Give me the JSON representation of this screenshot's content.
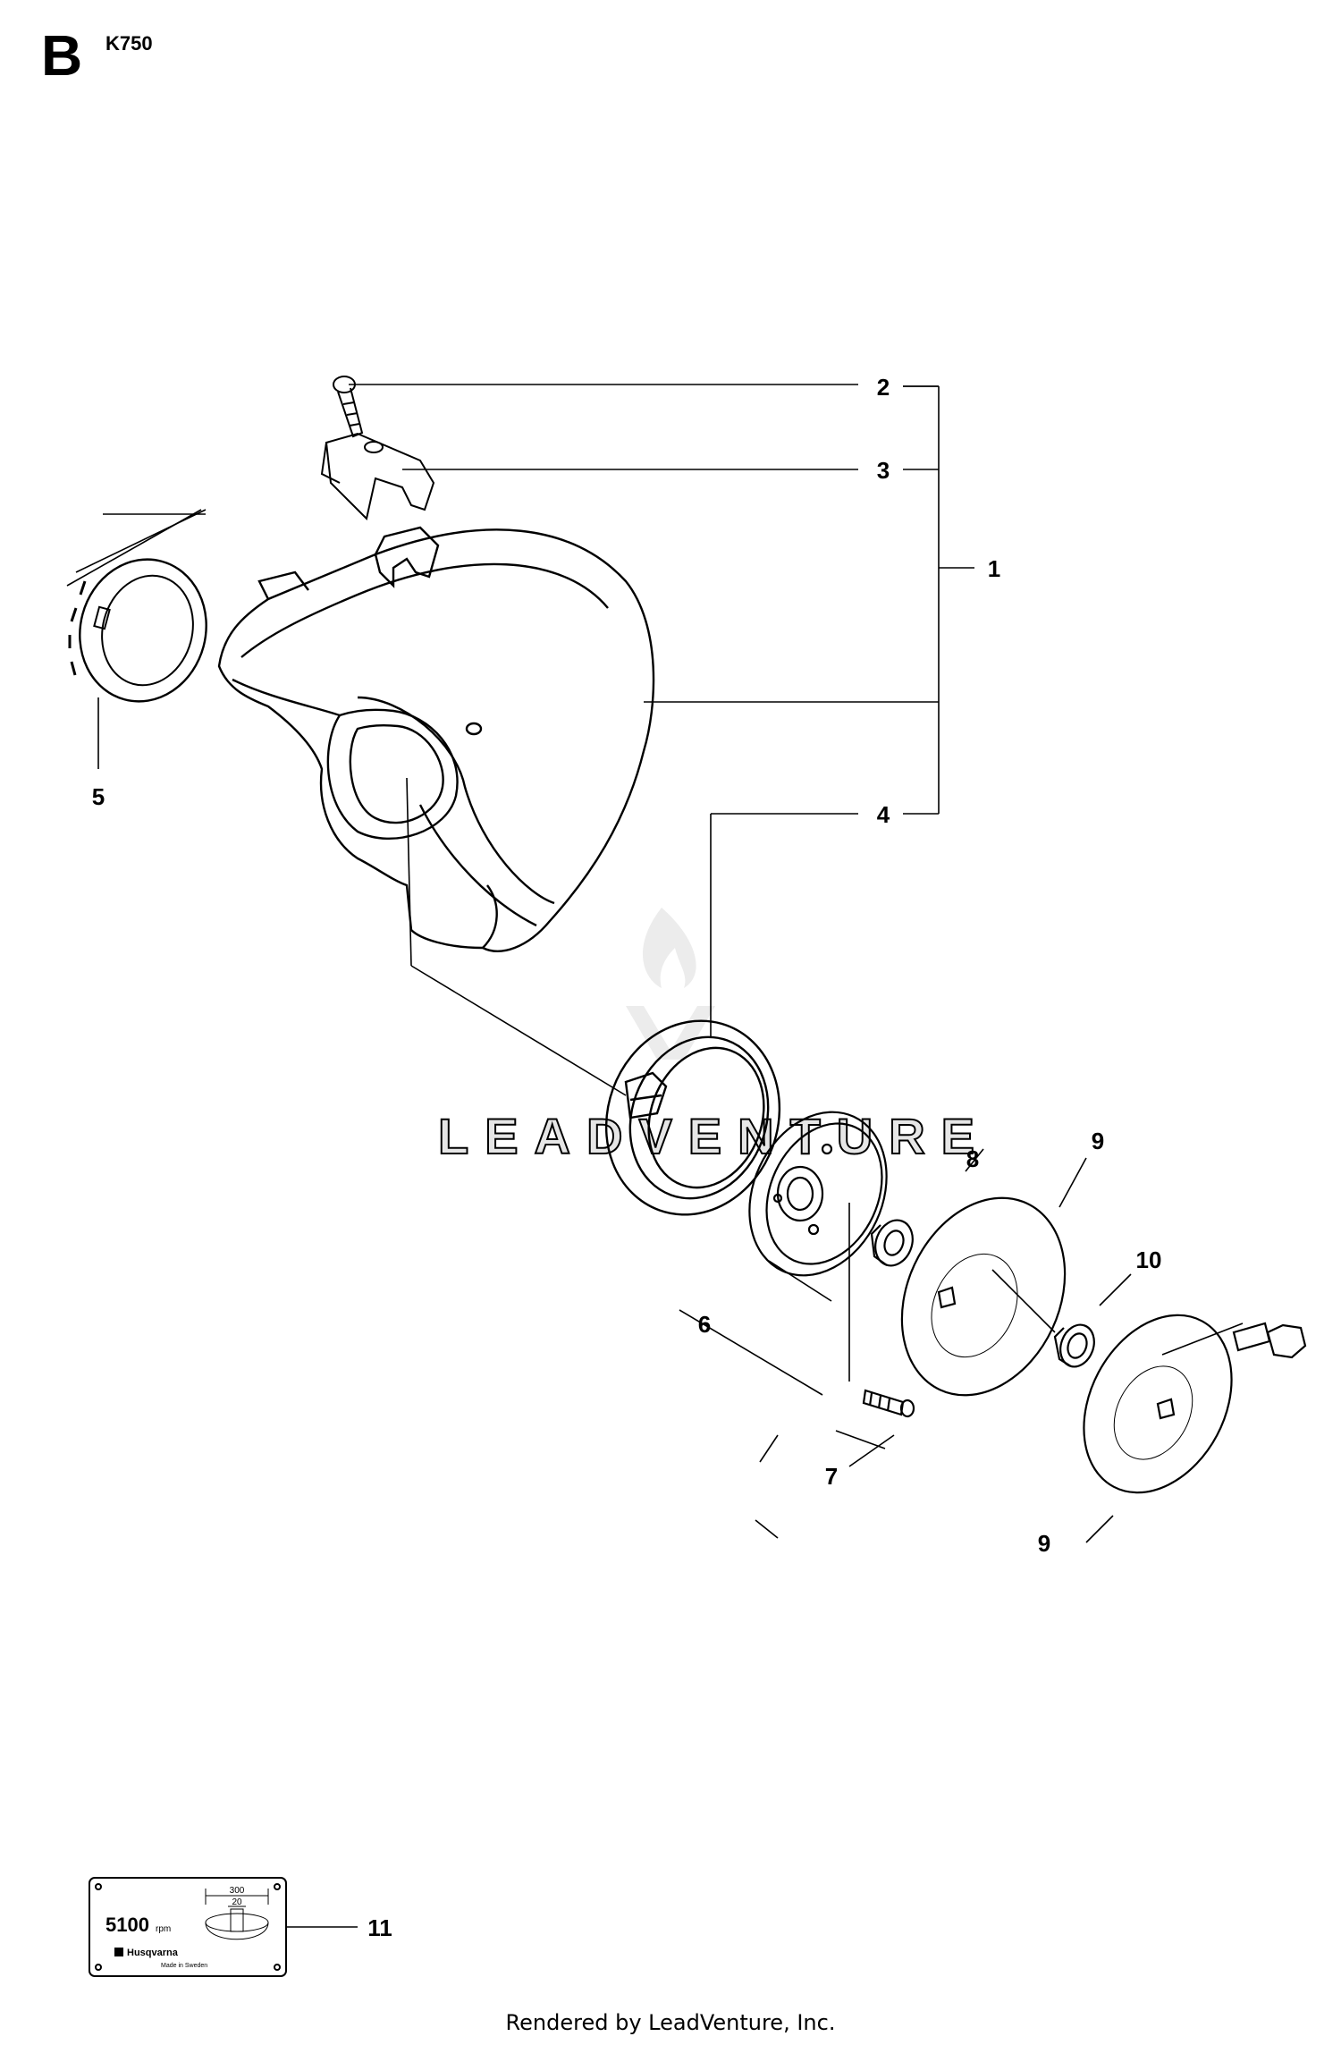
{
  "header": {
    "section_letter": "B",
    "model": "K750"
  },
  "watermark": {
    "text": "LEADVENTURE"
  },
  "callouts": [
    {
      "id": "c2",
      "label": "2"
    },
    {
      "id": "c3",
      "label": "3"
    },
    {
      "id": "c1",
      "label": "1"
    },
    {
      "id": "c5",
      "label": "5"
    },
    {
      "id": "c4",
      "label": "4"
    },
    {
      "id": "c8",
      "label": "8"
    },
    {
      "id": "c9a",
      "label": "9"
    },
    {
      "id": "c10",
      "label": "10"
    },
    {
      "id": "c6",
      "label": "6"
    },
    {
      "id": "c7",
      "label": "7"
    },
    {
      "id": "c9b",
      "label": "9"
    },
    {
      "id": "c11",
      "label": "11"
    }
  ],
  "decal": {
    "speed_value": "5100",
    "speed_unit": "rpm",
    "dim_outer": "300",
    "dim_inner": "20",
    "brand": "Husqvarna",
    "origin": "Made in Sweden"
  },
  "footer": {
    "text": "Rendered by LeadVenture, Inc."
  }
}
